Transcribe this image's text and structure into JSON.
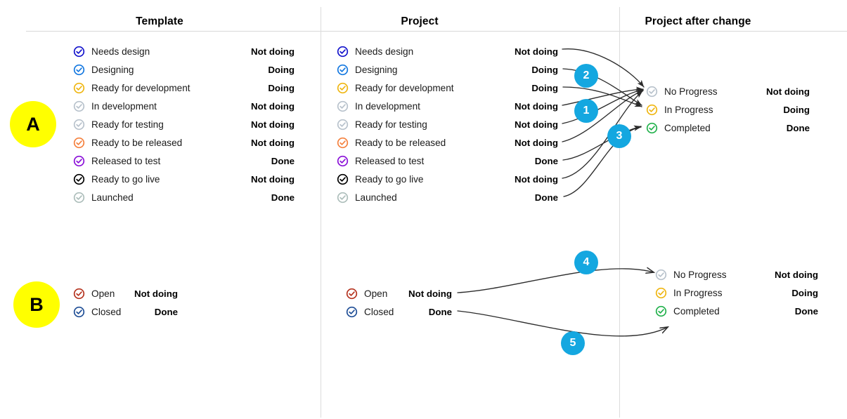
{
  "colors": {
    "badge_yellow": "#FFFF00",
    "badge_blue": "#14A7E0",
    "rule": "#d9d9d9",
    "arrow": "#2b2b2b",
    "icon_blue_dark": "#1414CC",
    "icon_blue": "#1478E0",
    "icon_yellow": "#EFB612",
    "icon_grey": "#B8C2CC",
    "icon_grey_green": "#ADBEBB",
    "icon_orange": "#F5813E",
    "icon_purple": "#8A10D8",
    "icon_black": "#000000",
    "icon_green": "#22B14C",
    "icon_red": "#B5331F",
    "icon_navy": "#1F4E96"
  },
  "headers": {
    "template": "Template",
    "project": "Project",
    "project_after": "Project after change"
  },
  "sections": [
    {
      "badge": "A",
      "template": {
        "items": [
          {
            "label": "Needs design",
            "value": "Not doing",
            "icon_color": "#1414CC"
          },
          {
            "label": "Designing",
            "value": "Doing",
            "icon_color": "#1478E0"
          },
          {
            "label": "Ready for development",
            "value": "Doing",
            "icon_color": "#EFB612"
          },
          {
            "label": "In development",
            "value": "Not doing",
            "icon_color": "#B8C2CC"
          },
          {
            "label": "Ready for testing",
            "value": "Not doing",
            "icon_color": "#B8C2CC"
          },
          {
            "label": "Ready to be released",
            "value": "Not doing",
            "icon_color": "#F5813E"
          },
          {
            "label": "Released to test",
            "value": "Done",
            "icon_color": "#8A10D8"
          },
          {
            "label": "Ready to go live",
            "value": "Not doing",
            "icon_color": "#000000"
          },
          {
            "label": "Launched",
            "value": "Done",
            "icon_color": "#ADBEBB"
          }
        ]
      },
      "project": {
        "items": [
          {
            "label": "Needs design",
            "value": "Not doing",
            "icon_color": "#1414CC"
          },
          {
            "label": "Designing",
            "value": "Doing",
            "icon_color": "#1478E0"
          },
          {
            "label": "Ready for development",
            "value": "Doing",
            "icon_color": "#EFB612"
          },
          {
            "label": "In development",
            "value": "Not doing",
            "icon_color": "#B8C2CC"
          },
          {
            "label": "Ready for testing",
            "value": "Not doing",
            "icon_color": "#B8C2CC"
          },
          {
            "label": "Ready to be released",
            "value": "Not doing",
            "icon_color": "#F5813E"
          },
          {
            "label": "Released to test",
            "value": "Done",
            "icon_color": "#8A10D8"
          },
          {
            "label": "Ready to go live",
            "value": "Not doing",
            "icon_color": "#000000"
          },
          {
            "label": "Launched",
            "value": "Done",
            "icon_color": "#ADBEBB"
          }
        ]
      },
      "project_after": {
        "items": [
          {
            "label": "No Progress",
            "value": "Not doing",
            "icon_color": "#B8C2CC"
          },
          {
            "label": "In Progress",
            "value": "Doing",
            "icon_color": "#EFB612"
          },
          {
            "label": "Completed",
            "value": "Done",
            "icon_color": "#22B14C"
          }
        ]
      },
      "step_badges": [
        "1",
        "2",
        "3"
      ]
    },
    {
      "badge": "B",
      "template": {
        "items": [
          {
            "label": "Open",
            "value": "Not doing",
            "icon_color": "#B5331F"
          },
          {
            "label": "Closed",
            "value": "Done",
            "icon_color": "#1F4E96"
          }
        ]
      },
      "project": {
        "items": [
          {
            "label": "Open",
            "value": "Not doing",
            "icon_color": "#B5331F"
          },
          {
            "label": "Closed",
            "value": "Done",
            "icon_color": "#1F4E96"
          }
        ]
      },
      "project_after": {
        "items": [
          {
            "label": "No Progress",
            "value": "Not doing",
            "icon_color": "#B8C2CC"
          },
          {
            "label": "In Progress",
            "value": "Doing",
            "icon_color": "#EFB612"
          },
          {
            "label": "Completed",
            "value": "Done",
            "icon_color": "#22B14C"
          }
        ]
      },
      "step_badges": [
        "4",
        "5"
      ]
    }
  ]
}
